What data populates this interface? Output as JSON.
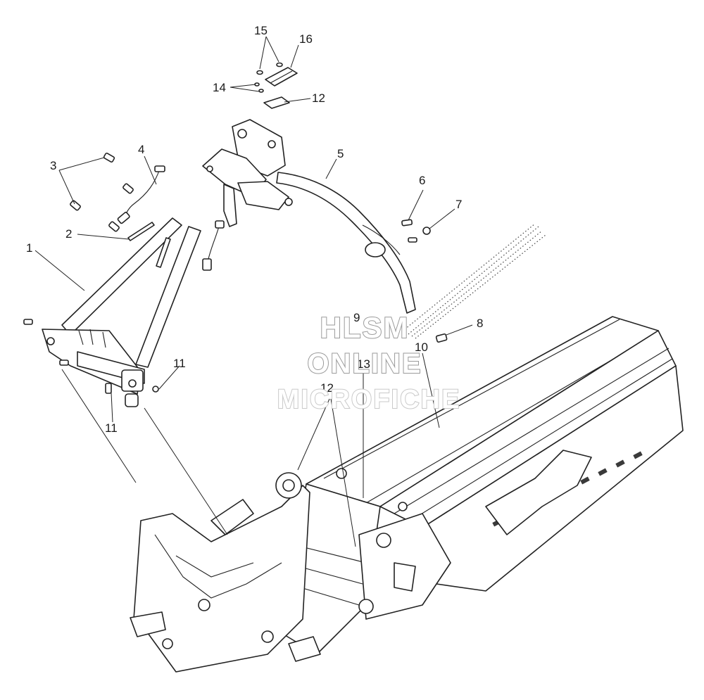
{
  "callouts": {
    "c1": "1",
    "c2": "2",
    "c3": "3",
    "c4": "4",
    "c5": "5",
    "c6": "6",
    "c7": "7",
    "c8": "8",
    "c9": "9",
    "c10": "10",
    "c11a": "11",
    "c11b": "11",
    "c12a": "12",
    "c12b": "12",
    "c13": "13",
    "c14": "14",
    "c15": "15",
    "c16": "16"
  },
  "watermark": {
    "line1": "HLSM",
    "line2": "ONLINE",
    "line3": "MICROFICHE"
  }
}
